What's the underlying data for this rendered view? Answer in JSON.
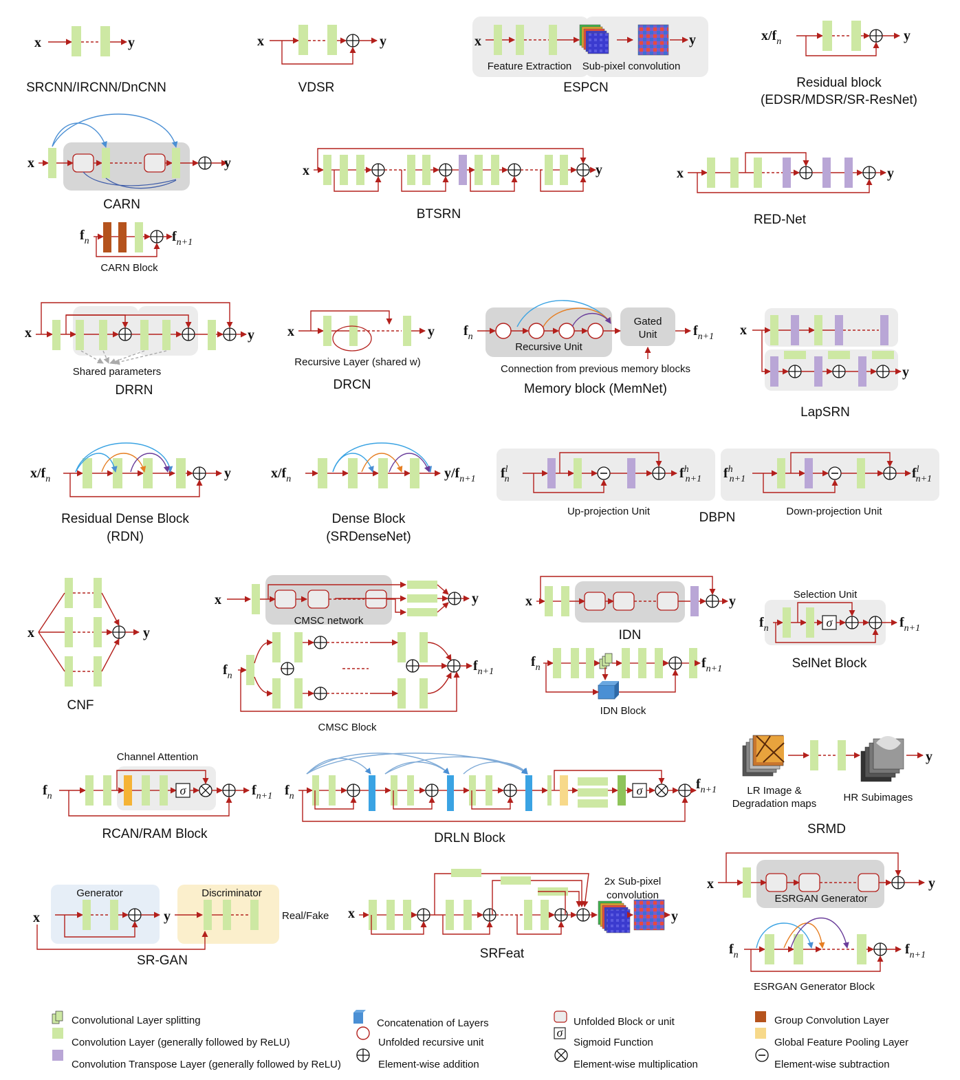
{
  "panels": {
    "srcnn": {
      "title": "SRCNN/IRCNN/DnCNN",
      "input": "x",
      "output": "y"
    },
    "vdsr": {
      "title": "VDSR",
      "input": "x",
      "output": "y"
    },
    "espcn": {
      "title": "ESPCN",
      "input": "x",
      "output": "y",
      "label_feature": "Feature Extraction",
      "label_subpixel": "Sub-pixel convolution"
    },
    "resblock": {
      "title_line1": "Residual block",
      "title_line2": "(EDSR/MDSR/SR-ResNet)",
      "input": "x/f",
      "input_sub": "n",
      "output": "y"
    },
    "carn": {
      "title": "CARN",
      "input": "x",
      "output": "y",
      "block_title": "CARN Block",
      "block_input": "f",
      "block_input_sub": "n",
      "block_output": "f",
      "block_output_sub": "n+1"
    },
    "btsrn": {
      "title": "BTSRN",
      "input": "x",
      "output": "y"
    },
    "rednet": {
      "title": "RED-Net",
      "input": "x",
      "output": "y"
    },
    "drrn": {
      "title": "DRRN",
      "input": "x",
      "output": "y",
      "note": "Shared parameters"
    },
    "drcn": {
      "title": "DRCN",
      "input": "x",
      "output": "y",
      "note": "Recursive Layer (shared w)"
    },
    "memnet": {
      "title": "Memory block (MemNet)",
      "input": "f",
      "input_sub": "n",
      "output": "f",
      "output_sub": "n+1",
      "recursive_unit": "Recursive Unit",
      "gated_line1": "Gated",
      "gated_line2": "Unit",
      "note": "Connection from previous memory blocks"
    },
    "lapsrn": {
      "title": "LapSRN",
      "input": "x",
      "output": "y"
    },
    "rdn": {
      "title_line1": "Residual Dense Block",
      "title_line2": "(RDN)",
      "input": "x/f",
      "input_sub": "n",
      "output": "y"
    },
    "srdensenet": {
      "title_line1": "Dense Block",
      "title_line2": "(SRDenseNet)",
      "input": "x/f",
      "input_sub": "n",
      "output": "y/f",
      "output_sub": "n+1"
    },
    "dbpn": {
      "title": "DBPN",
      "up_label": "Up-projection Unit",
      "down_label": "Down-projection Unit",
      "up_in": "f",
      "up_in_sup": "l",
      "up_in_sub": "n",
      "up_out": "f",
      "up_out_sup": "h",
      "up_out_sub": "n+1",
      "down_in": "f",
      "down_in_sup": "h",
      "down_in_sub": "n+1",
      "down_out": "f",
      "down_out_sup": "l",
      "down_out_sub": "n+1"
    },
    "cnf": {
      "title": "CNF",
      "input": "x",
      "output": "y"
    },
    "cmsc": {
      "input": "x",
      "output": "y",
      "network_label": "CMSC network",
      "block_title": "CMSC Block",
      "block_input": "f",
      "block_input_sub": "n",
      "block_output": "f",
      "block_output_sub": "n+1"
    },
    "idn": {
      "title": "IDN",
      "input": "x",
      "output": "y",
      "block_title": "IDN Block",
      "block_input": "f",
      "block_input_sub": "n",
      "block_output": "f",
      "block_output_sub": "n+1"
    },
    "selnet": {
      "title": "SelNet Block",
      "unit_label": "Selection Unit",
      "input": "f",
      "input_sub": "n",
      "output": "f",
      "output_sub": "n+1",
      "sigma": "σ"
    },
    "rcan": {
      "title": "RCAN/RAM Block",
      "attention_label": "Channel Attention",
      "input": "f",
      "input_sub": "n",
      "output": "f",
      "output_sub": "n+1",
      "sigma": "σ"
    },
    "drln": {
      "title": "DRLN Block",
      "input": "f",
      "input_sub": "n",
      "output": "f",
      "output_sub": "n+1",
      "sigma": "σ"
    },
    "srmd": {
      "title": "SRMD",
      "output": "y",
      "lr_line1": "LR Image  &",
      "lr_line2": "Degradation maps",
      "hr_label": "HR Subimages"
    },
    "srgan": {
      "title": "SR-GAN",
      "input": "x",
      "output": "y",
      "generator": "Generator",
      "discriminator": "Discriminator",
      "result": "Real/Fake"
    },
    "srfeat": {
      "title": "SRFeat",
      "input": "x",
      "output": "y",
      "subpixel_line1": "2x Sub-pixel",
      "subpixel_line2": "convolution"
    },
    "esrgan": {
      "input": "x",
      "output": "y",
      "generator_label": "ESRGAN Generator",
      "block_title": "ESRGAN Generator Block",
      "block_input": "f",
      "block_input_sub": "n",
      "block_output": "f",
      "block_output_sub": "n+1"
    }
  },
  "legend": [
    {
      "icon": "conv-split-icon",
      "label": "Convolutional Layer splitting"
    },
    {
      "icon": "conv-layer-icon",
      "label": "Convolution Layer (generally followed by ReLU)"
    },
    {
      "icon": "conv-transpose-icon",
      "label": "Convolution Transpose Layer (generally followed by ReLU)"
    },
    {
      "icon": "concatenation-icon",
      "label": "Concatenation of Layers"
    },
    {
      "icon": "recursive-unit-icon",
      "label": "Unfolded recursive unit"
    },
    {
      "icon": "addition-icon",
      "label": "Element-wise addition"
    },
    {
      "icon": "unfolded-block-icon",
      "label": "Unfolded Block or unit"
    },
    {
      "icon": "sigmoid-icon",
      "label": "Sigmoid Function"
    },
    {
      "icon": "multiplication-icon",
      "label": "Element-wise multiplication"
    },
    {
      "icon": "group-conv-icon",
      "label": "Group Convolution Layer"
    },
    {
      "icon": "global-pooling-icon",
      "label": "Global Feature Pooling Layer"
    },
    {
      "icon": "subtraction-icon",
      "label": "Element-wise subtraction"
    }
  ],
  "colors": {
    "conv": "#cde8a3",
    "transpose": "#b9a6d6",
    "arrow": "#b3201c",
    "group_conv": "#b5531d",
    "pooling": "#f7d98a",
    "attention_orange": "#f5b335",
    "concat_blue": "#4a8fd4",
    "drln_blue": "#3aa3e3",
    "panel_grey": "#e4e4e4",
    "generator_bg": "#e6eef7",
    "discriminator_bg": "#fbefcc"
  }
}
